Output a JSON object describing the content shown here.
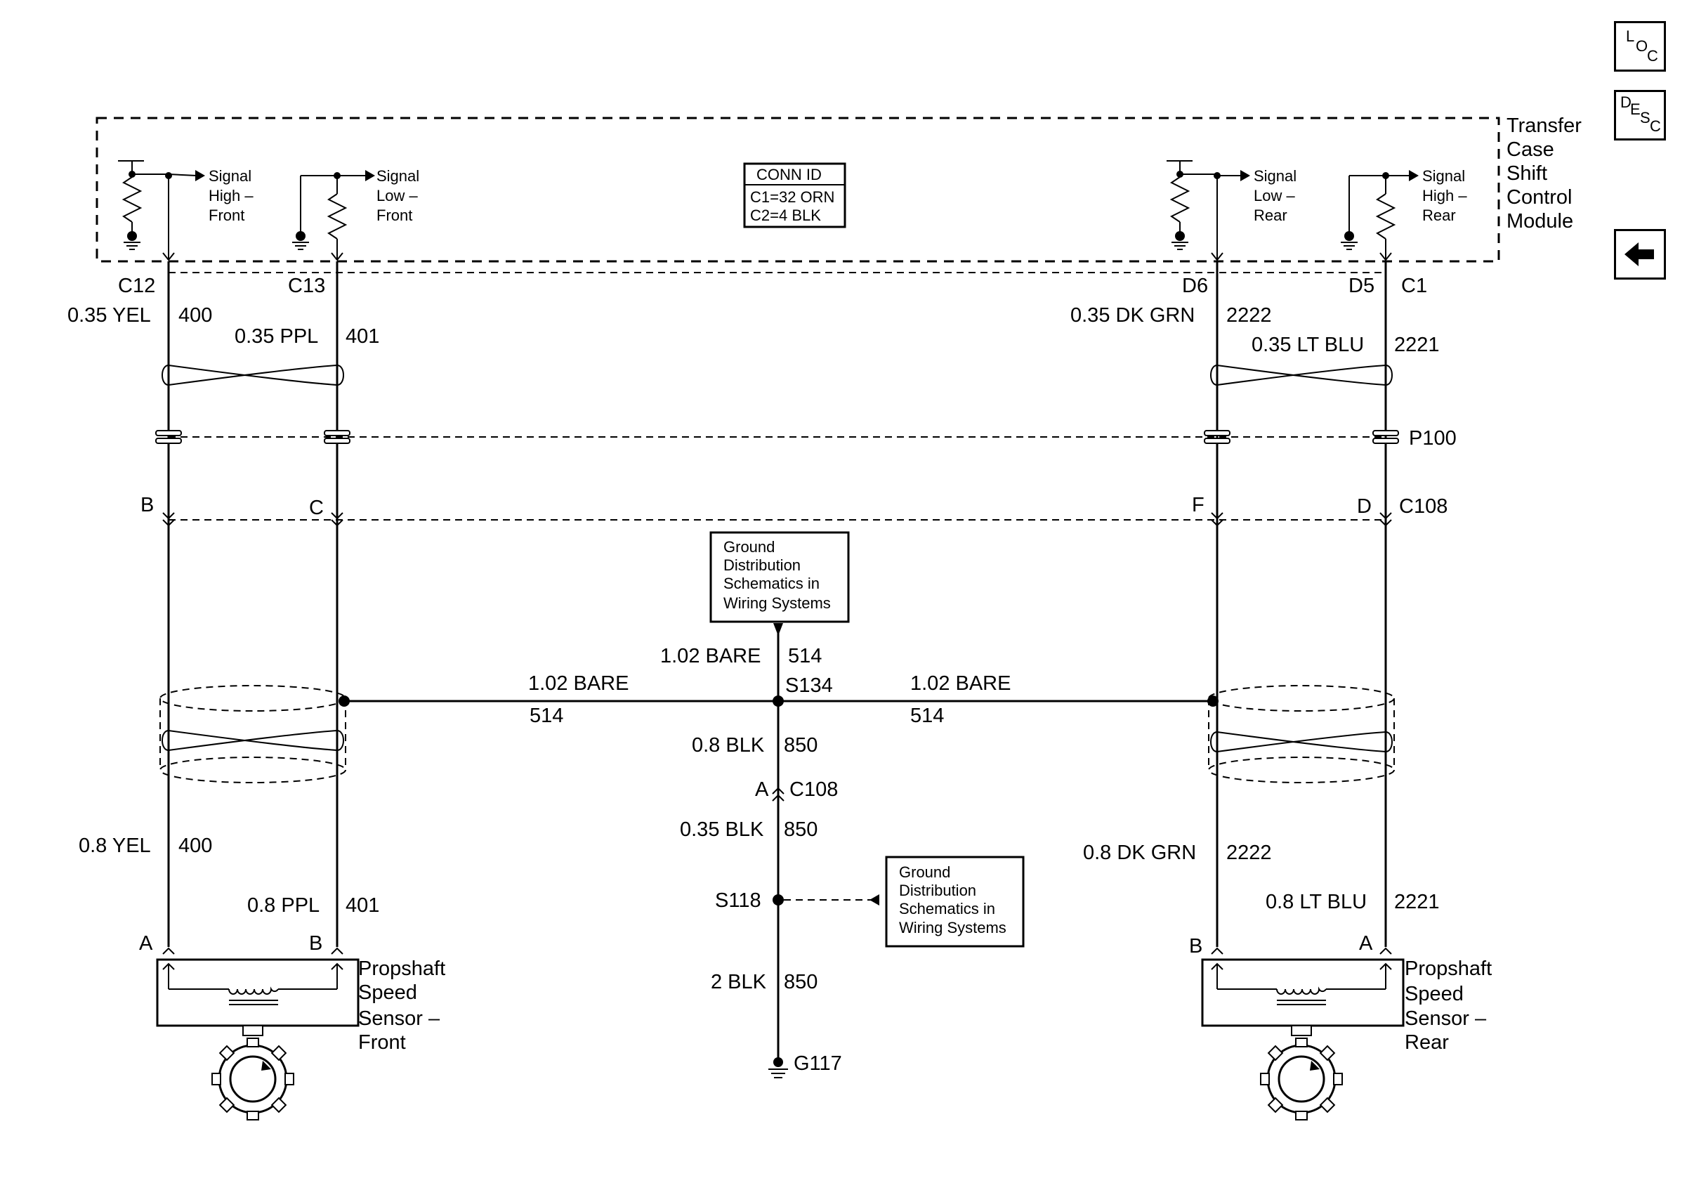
{
  "nav": {
    "loc_l": "L",
    "loc_oc": "O",
    "loc_c": "C",
    "desc_d": "D",
    "desc_e": "E",
    "desc_s": "S",
    "desc_c": "C"
  },
  "module": {
    "lines": [
      "Transfer",
      "Case",
      "Shift",
      "Control",
      "Module"
    ]
  },
  "conn_id": {
    "title": "CONN ID",
    "c1": "C1=32 ORN",
    "c2": "C2=4 BLK"
  },
  "signals": {
    "high_front": [
      "Signal",
      "High –",
      "Front"
    ],
    "low_front": [
      "Signal",
      "Low –",
      "Front"
    ],
    "low_rear": [
      "Signal",
      "Low –",
      "Rear"
    ],
    "high_rear": [
      "Signal",
      "High –",
      "Rear"
    ]
  },
  "pins_top": {
    "c12": "C12",
    "c13": "C13",
    "d6": "D6",
    "d5": "D5",
    "c1": "C1"
  },
  "wires_top": {
    "w1": "0.35 YEL",
    "c1": "400",
    "w2": "0.35 PPL",
    "c2": "401",
    "w3": "0.35 DK GRN",
    "c3": "2222",
    "w4": "0.35 LT BLU",
    "c4": "2221"
  },
  "p100": "P100",
  "c108": {
    "b": "B",
    "c": "C",
    "f": "F",
    "d": "D",
    "name": "C108"
  },
  "ground_box_1": [
    "Ground",
    "Distribution",
    "Schematics in",
    "Wiring Systems"
  ],
  "ground_box_2": [
    "Ground",
    "Distribution",
    "Schematics in",
    "Wiring Systems"
  ],
  "center": {
    "bare_up": "1.02 BARE",
    "bare_up_c": "514",
    "s134": "S134",
    "bare_l": "1.02 BARE",
    "bare_l_c": "514",
    "bare_r": "1.02 BARE",
    "bare_r_c": "514",
    "blk1": "0.8 BLK",
    "blk1_c": "850",
    "a": "A",
    "c108": "C108",
    "blk2": "0.35 BLK",
    "blk2_c": "850",
    "s118": "S118",
    "blk3": "2 BLK",
    "blk3_c": "850",
    "g117": "G117"
  },
  "wires_bottom": {
    "w1": "0.8 YEL",
    "c1": "400",
    "w2": "0.8 PPL",
    "c2": "401",
    "w3": "0.8 DK GRN",
    "c3": "2222",
    "w4": "0.8 LT BLU",
    "c4": "2221"
  },
  "sensor_pins": {
    "fa": "A",
    "fb": "B",
    "rb": "B",
    "ra": "A"
  },
  "sensor_front": [
    "Propshaft",
    "Speed",
    "Sensor –",
    "Front"
  ],
  "sensor_rear": [
    "Propshaft",
    "Speed",
    "Sensor –",
    "Rear"
  ]
}
